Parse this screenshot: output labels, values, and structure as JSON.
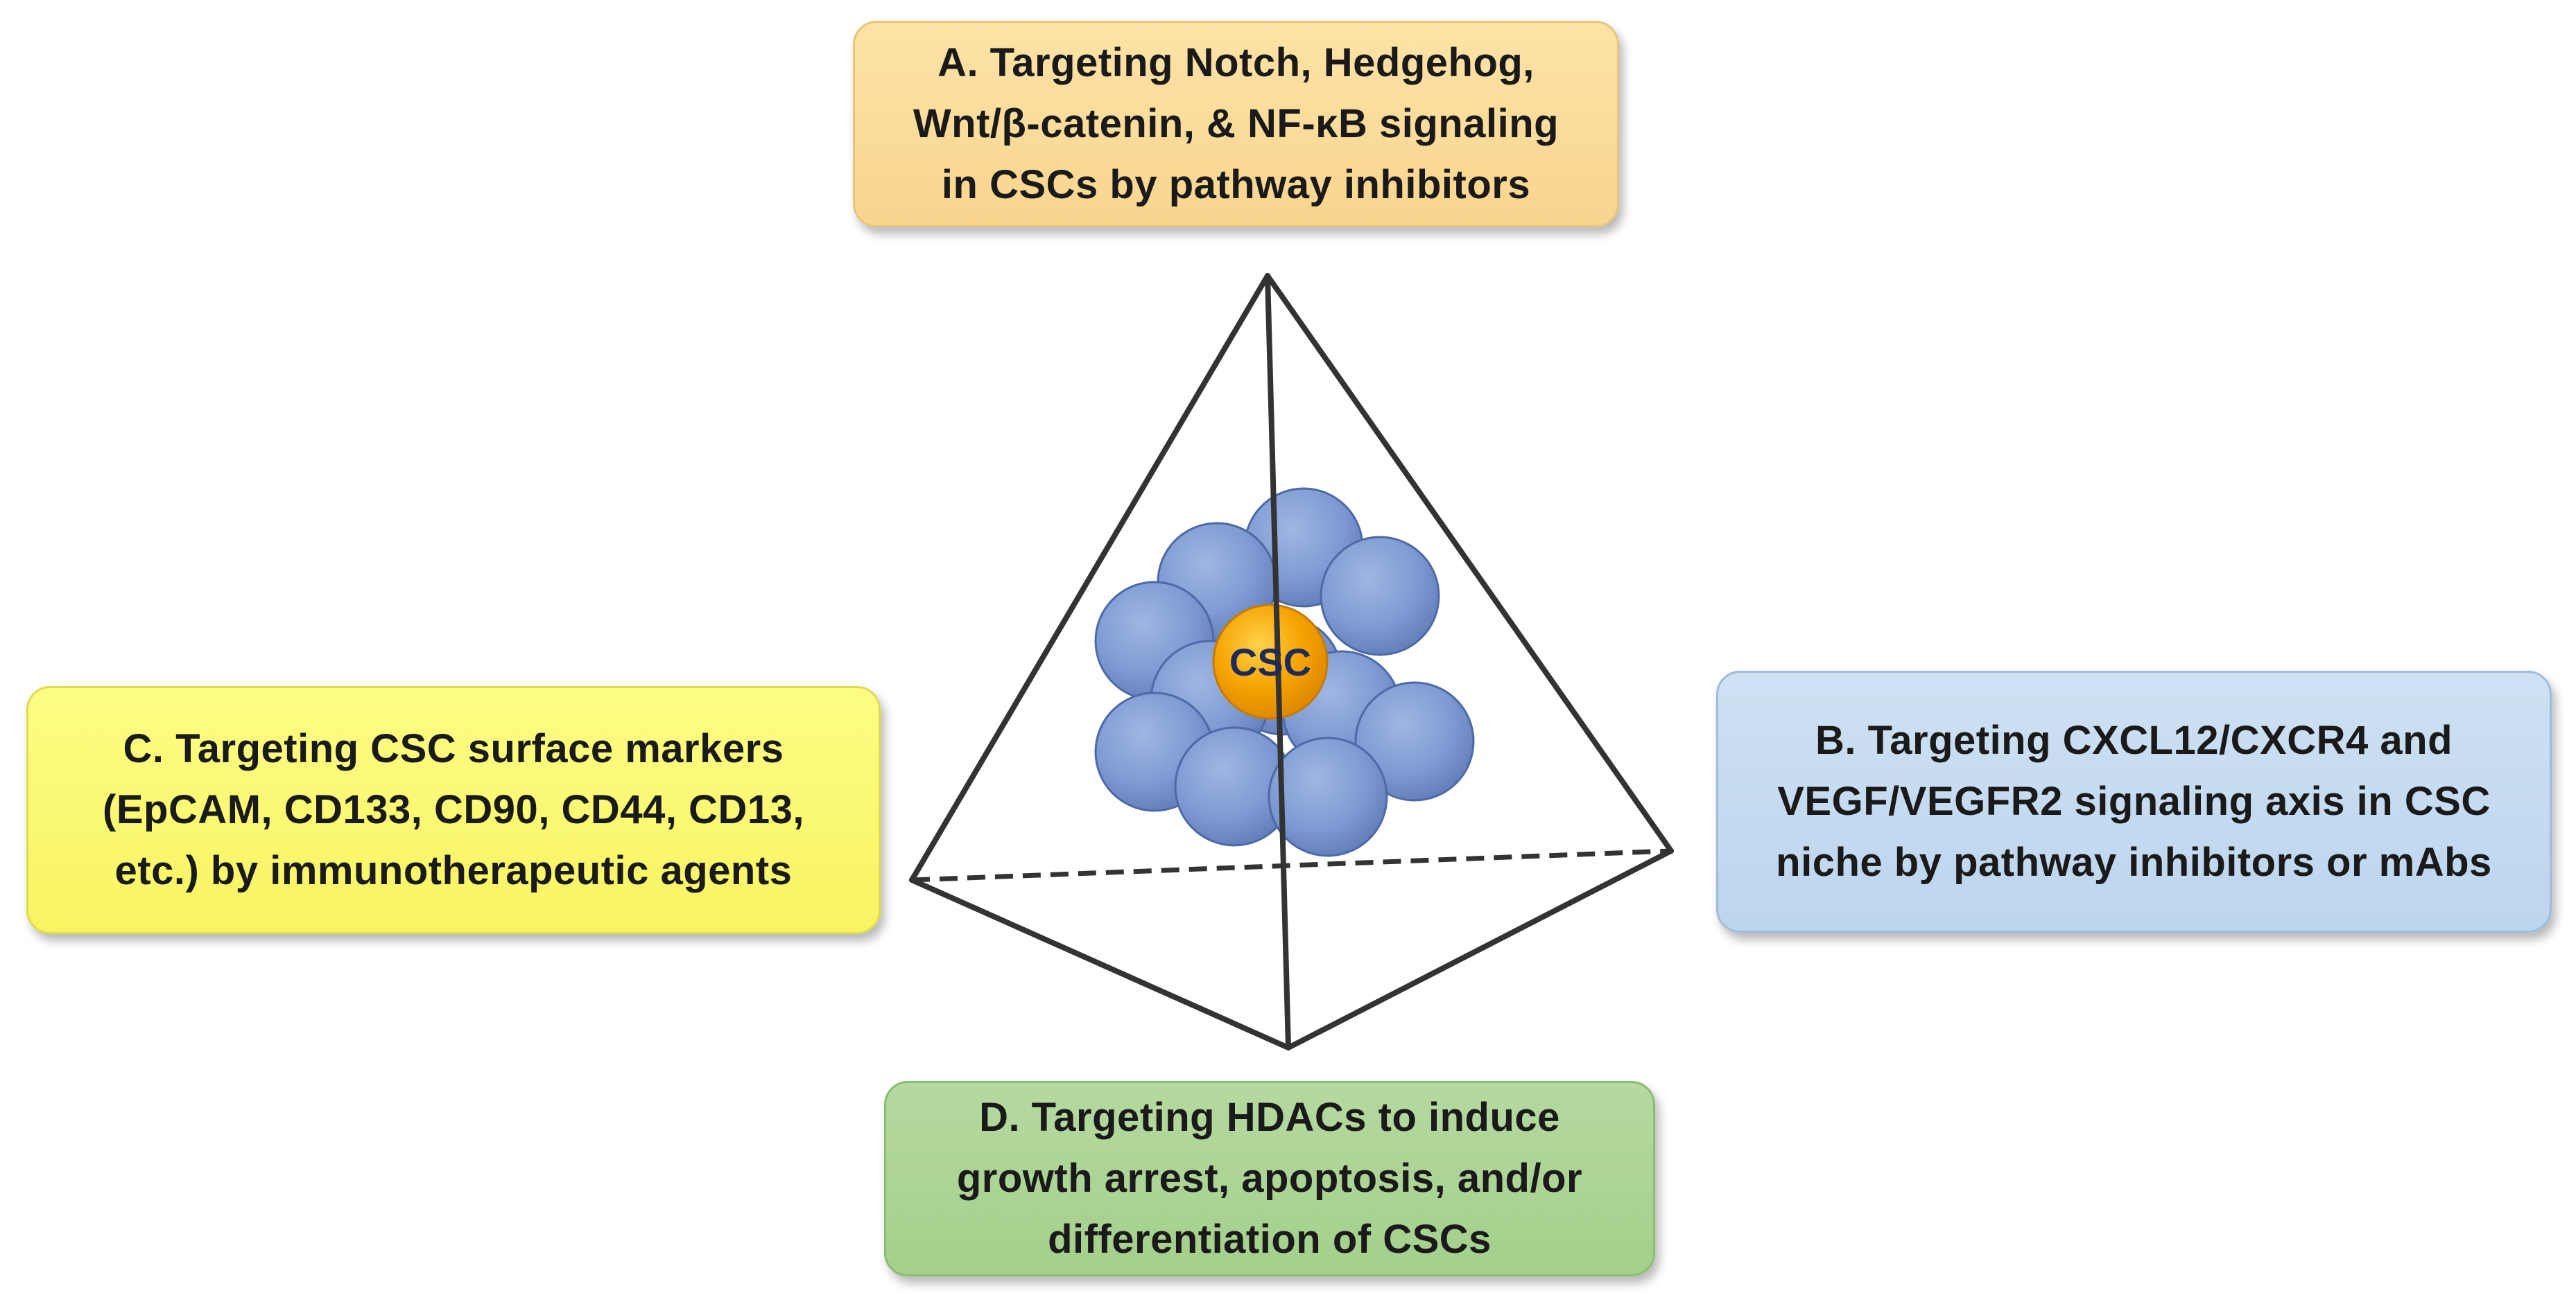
{
  "panels": {
    "a": {
      "lines": [
        "A. Targeting Notch, Hedgehog,",
        "Wnt/β-catenin, & NF-κB signaling",
        "in CSCs by pathway inhibitors"
      ],
      "color": "#fbdc9c"
    },
    "b": {
      "lines": [
        "B. Targeting CXCL12/CXCR4 and",
        "VEGF/VEGFR2 signaling axis in CSC",
        "niche by pathway inhibitors or mAbs"
      ],
      "color": "#c6dbf0"
    },
    "c": {
      "lines": [
        "C. Targeting CSC surface markers",
        "(EpCAM, CD133, CD90, CD44, CD13,",
        "etc.) by immunotherapeutic agents"
      ],
      "color": "#fbf873"
    },
    "d": {
      "lines": [
        "D. Targeting HDACs to induce",
        "growth arrest, apoptosis, and/or",
        "differentiation  of CSCs"
      ],
      "color": "#acd494"
    }
  },
  "center": {
    "label": "CSC",
    "core_color": "#f5a300",
    "cell_color": "#7f9bd3"
  }
}
